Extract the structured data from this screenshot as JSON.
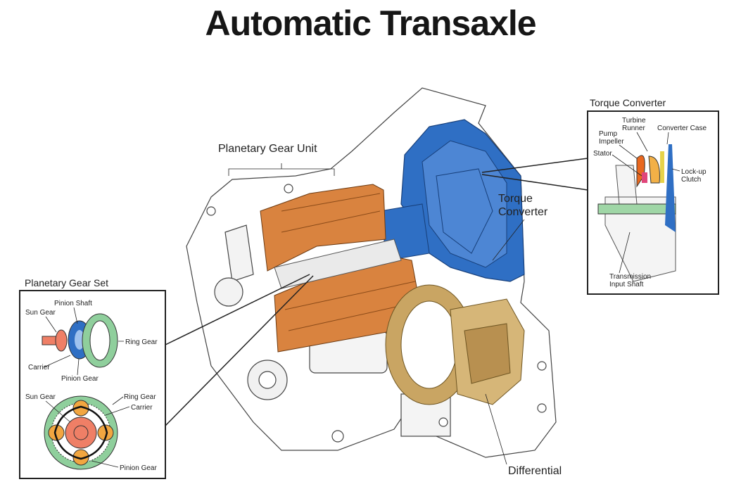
{
  "title": "Automatic Transaxle",
  "main_labels": {
    "planetary_gear_unit": "Planetary Gear Unit",
    "torque_converter_line1": "Torque",
    "torque_converter_line2": "Converter",
    "differential": "Differential"
  },
  "torque_converter_inset": {
    "heading": "Torque Converter",
    "labels": {
      "turbine_runner_1": "Turbine",
      "turbine_runner_2": "Runner",
      "converter_case": "Converter Case",
      "pump_impeller_1": "Pump",
      "pump_impeller_2": "Impeller",
      "stator": "Stator",
      "lockup_clutch_1": "Lock-up",
      "lockup_clutch_2": "Clutch",
      "input_shaft_1": "Transmission",
      "input_shaft_2": "Input Shaft"
    }
  },
  "planetary_gear_set_inset": {
    "heading": "Planetary Gear Set",
    "exploded_labels": {
      "pinion_shaft": "Pinion Shaft",
      "sun_gear": "Sun Gear",
      "ring_gear": "Ring Gear",
      "carrier": "Carrier",
      "pinion_gear": "Pinion Gear"
    },
    "front_labels": {
      "sun_gear": "Sun Gear",
      "ring_gear": "Ring Gear",
      "carrier": "Carrier",
      "pinion_gear": "Pinion Gear"
    }
  },
  "colors": {
    "torque_converter": "#2f6fc4",
    "planetary": "#d9833f",
    "differential": "#c9a563",
    "ring_gear": "#8fcf9c",
    "sun_gear": "#ef7f66",
    "pinion": "#f2a640",
    "stator": "#e0467a"
  }
}
